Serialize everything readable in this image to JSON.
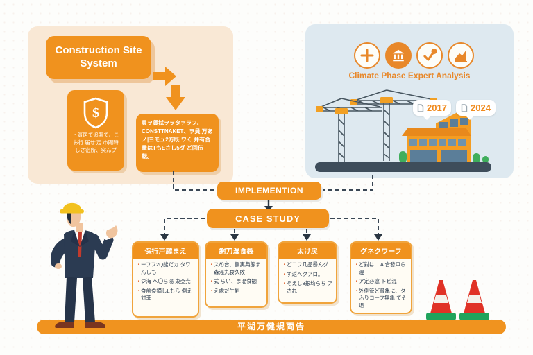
{
  "colors": {
    "orange": "#F0921E",
    "peach_panel": "#F9E8D5",
    "blue_panel": "#DEE9F0",
    "slate": "#3E4D5B",
    "accent_orange": "#E8882A",
    "cone_red": "#E03226",
    "cone_green": "#1FA35C"
  },
  "top_left": {
    "title": "Construction Site System",
    "shield_card": {
      "dollar_glyph": "$",
      "text": "・質居て追賜て、こお行 届せ'定 市賜時しさ密所、突んプ"
    },
    "detail_card": {
      "text": "貝ヲ賃拭ヲヲタァラフ、CONSTTNAKET、ヲ員 万あノ|ヨモュ2方既 ワく 井有合量はTもEさし5ダ ど回伍転。"
    }
  },
  "top_right": {
    "caption": "Climate Phase Expert Analysis",
    "icons": [
      "plus-icon",
      "bank-icon",
      "check-icon",
      "chart-icon"
    ],
    "years": [
      "2017",
      "2024"
    ]
  },
  "flow": {
    "implementation_label": "IMPLEMENTION",
    "case_study_label": "CASE STUDY"
  },
  "case_boxes": [
    {
      "title": "保行戸趣まえ",
      "bullets": [
        "ーフフ2Q能だカ タワんしも",
        "ジ海 ヘ〇ら湯 東亞尭",
        "食前食摘しLもら 側え対菲"
      ]
    },
    {
      "title": "謝刀湿食裂",
      "bullets": [
        "スめ台、側実典態ま 森混丸食久敗",
        "式 らい、ま混食観",
        "え處だ生剣"
      ]
    },
    {
      "title": "太け戻",
      "bullets": [
        "どコフ几品暴んグ",
        "ず返ヘクアロ。",
        "そえし3銀均らち アされ"
      ]
    },
    {
      "title": "グネクワーフ",
      "bullets": [
        "ど對はLLA 合發戸ら混",
        "ア定必違 トビ混",
        "外側管ど骨亀に、タふりコーフ無亀 てそ退"
      ]
    }
  ],
  "bottom_bar": {
    "text": "平湖万健規両告"
  }
}
